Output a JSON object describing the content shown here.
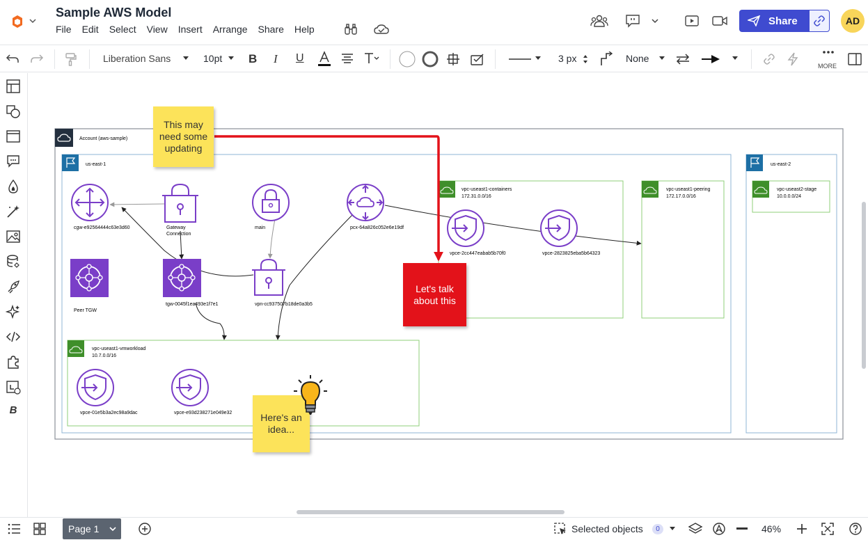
{
  "app": {
    "title": "Sample AWS Model",
    "menu": [
      "File",
      "Edit",
      "Select",
      "View",
      "Insert",
      "Arrange",
      "Share",
      "Help"
    ],
    "share_label": "Share",
    "avatar_initials": "AD"
  },
  "toolbar": {
    "font_name": "Liberation Sans",
    "font_size": "10pt",
    "stroke_width": "3 px",
    "arrow_start": "None",
    "more_label": "MORE"
  },
  "diagram": {
    "account_label": "Account (aws-sample)",
    "region1_label": "us-east-1",
    "region2_label": "us-east-2",
    "nodes": {
      "cgw": "cgw-e92564444c63e3d60",
      "gateway_connection": "Gateway Connection",
      "main": "main",
      "pcx": "pcx-64a826c052e6e19df",
      "peer_tgw": "Peer TGW",
      "tgw": "tgw-0045f1ea493e1f7e1",
      "vpn": "vpn-cc937507b18de0a3b5",
      "vpce1": "vpce-2cc447eabab5b70f0",
      "vpce2": "vpce-2823825eba5b64323",
      "vpce3": "vpce-01e5b3a2ec98a9dac",
      "vpce4": "vpce-e93d238271e049e32"
    },
    "vpcs": {
      "containers_name": "vpc-useast1-containers",
      "containers_cidr": "172.31.0.0/16",
      "peering_name": "vpc-useast1-peering",
      "peering_cidr": "172.17.0.0/16",
      "stage_name": "vpc-useast2-stage",
      "stage_cidr": "10.0.0.0/24",
      "vmworkload_name": "vpc-useast1-vmworkload",
      "vmworkload_cidr": "10.7.0.0/16"
    },
    "notes": {
      "note1": "This may need some updating",
      "note2": "Let's talk about this",
      "note3": "Here's an idea..."
    }
  },
  "bottom": {
    "page_label": "Page 1",
    "selected_label": "Selected objects",
    "selected_count": "0",
    "zoom": "46%"
  },
  "colors": {
    "accent": "#3f4bd0",
    "aws_purple": "#7a3ec8",
    "vpc_green": "#3f8f2a",
    "region_blue": "#1d6fa5",
    "sticky_yellow": "#fce35a",
    "note_red": "#e3121a",
    "connector_red": "#e3121a"
  }
}
